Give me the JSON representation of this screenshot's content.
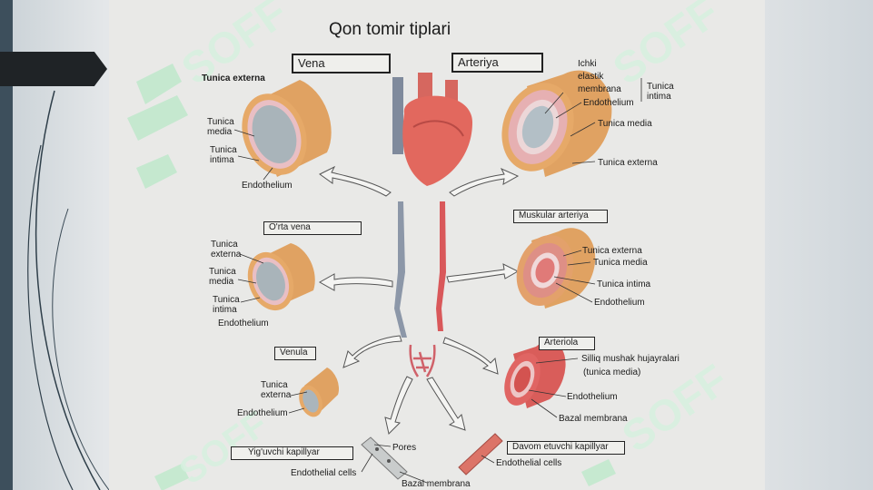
{
  "title": "Qon tomir tiplari",
  "boxes": {
    "vena": "Vena",
    "arteriya": "Arteriya",
    "orta_vena": "O'rta vena",
    "muskular_arteriya": "Muskular arteriya",
    "venula": "Venula",
    "arteriola": "Arteriola",
    "yiguvchi_kapillyar": "Yig'uvchi kapillyar",
    "davom_etuvchi_kapillyar": "Davom etuvchi kapillyar"
  },
  "labels": {
    "vena_tunica_externa": "Tunica externa",
    "vena_tunica_media": "Tunica\nmedia",
    "vena_tunica_intima": "Tunica\nintima",
    "vena_endothelium": "Endothelium",
    "art_ichki": "Ichki\nelastik\nmembrana",
    "art_endothelium": "Endothelium",
    "art_tunica_intima": "Tunica\nintima",
    "art_tunica_media": "Tunica media",
    "art_tunica_externa": "Tunica externa",
    "ov_tunica_externa": "Tunica\nexterna",
    "ov_tunica_media": "Tunica\nmedia",
    "ov_tunica_intima": "Tunica\nintima",
    "ov_endothelium": "Endothelium",
    "ma_tunica_externa": "Tunica externa",
    "ma_tunica_media": "Tunica media",
    "ma_tunica_intima": "Tunica intima",
    "ma_endothelium": "Endothelium",
    "venula_tunica_externa": "Tunica\nexterna",
    "venula_endothelium": "Endothelium",
    "arteriola_silliq": "Silliq mushak hujayralari",
    "arteriola_tunica_media": "(tunica media)",
    "arteriola_endothelium": "Endothelium",
    "arteriola_bazal": "Bazal membrana",
    "kap_pores": "Pores",
    "kap_endothelial_cells": "Endothelial cells",
    "kap_bazal": "Bazal membrana",
    "dek_endothelial_cells": "Endothelial cells"
  },
  "watermark": "SOFF",
  "colors": {
    "tube_outer": "#e0a262",
    "tube_media": "#e9c2c8",
    "tube_lumen": "#bfc9cf",
    "artery_red": "#d95d5a",
    "vein_blue": "#8895a6",
    "heart": "#e2685e",
    "watermark": "#b9e8c8"
  }
}
